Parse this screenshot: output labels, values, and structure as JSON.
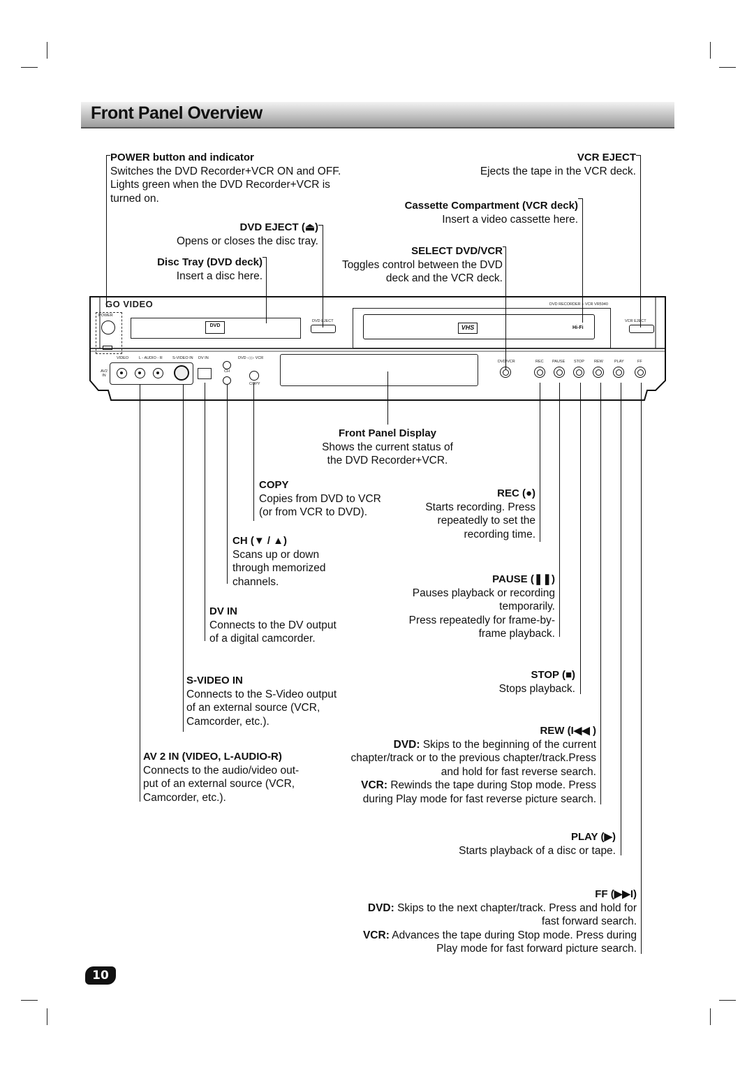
{
  "page": {
    "title": "Front Panel Overview",
    "number": "10"
  },
  "device": {
    "brand": "GO VIDEO",
    "model": "DVD RECORDER + VCR VR5940",
    "power_label": "POWER",
    "dvd_eject_label": "DVD EJECT",
    "vcr_eject_label": "VCR EJECT",
    "dvd_logo": "DVD",
    "vhs_logo": "VHS",
    "hifi_label": "Hi-Fi",
    "jack_labels": {
      "video": "VIDEO",
      "audio": "L - AUDIO - R",
      "svideo": "S-VIDEO IN",
      "dvin": "DV IN",
      "av2": "AV2 IN",
      "ch": "CH"
    },
    "dvd_vcr_label": "DVD/VCR",
    "copy_label": "COPY",
    "button_labels": [
      "REC",
      "PAUSE",
      "STOP",
      "REW",
      "PLAY",
      "FF"
    ],
    "dvd_vcr_switch": "DVD ◁ ▷ VCR"
  },
  "callouts": {
    "power": {
      "heading": "POWER button and indicator",
      "text": "Switches the DVD Recorder+VCR ON and OFF.\nLights green when the DVD Recorder+VCR is\nturned on."
    },
    "dvd_eject": {
      "heading": "DVD EJECT (⏏)",
      "text": "Opens or closes the disc tray."
    },
    "disc_tray": {
      "heading": "Disc Tray (DVD deck)",
      "text": "Insert a disc here."
    },
    "vcr_eject": {
      "heading": "VCR EJECT",
      "text": "Ejects the tape in the VCR deck."
    },
    "cassette": {
      "heading": "Cassette Compartment (VCR deck)",
      "text": "Insert a video cassette here."
    },
    "select": {
      "heading": "SELECT DVD/VCR",
      "text": "Toggles control between the DVD\ndeck and the VCR deck."
    },
    "display": {
      "heading": "Front Panel Display",
      "text": "Shows the current status of\nthe DVD Recorder+VCR."
    },
    "copy": {
      "heading": "COPY",
      "text": "Copies from DVD to VCR\n(or from VCR to DVD)."
    },
    "ch": {
      "heading": "CH (▼ / ▲)",
      "text": "Scans up or down\nthrough memorized\nchannels."
    },
    "dvin": {
      "heading": "DV IN",
      "text": "Connects to the DV output\nof a digital camcorder."
    },
    "svideo": {
      "heading": "S-VIDEO IN",
      "text": "Connects to the S-Video output\nof an external source (VCR,\nCamcorder, etc.)."
    },
    "av2": {
      "heading": "AV 2 IN (VIDEO, L-AUDIO-R)",
      "text": "Connects to the audio/video out-\nput of an external source (VCR,\nCamcorder, etc.)."
    },
    "rec": {
      "heading": "REC (●)",
      "text": "Starts recording. Press\nrepeatedly to set the\nrecording time."
    },
    "pause": {
      "heading": "PAUSE (❚❚)",
      "text": "Pauses playback or recording\ntemporarily.\nPress repeatedly for frame-by-\nframe playback."
    },
    "stop": {
      "heading": "STOP (■)",
      "text": "Stops playback."
    },
    "rew": {
      "heading": "REW (I◀◀ )",
      "dvd_label": "DVD:",
      "dvd_text": " Skips to the beginning of the current\nchapter/track or to the previous chapter/track.Press\nand hold for fast reverse search.",
      "vcr_label": "VCR:",
      "vcr_text": " Rewinds the tape during Stop mode. Press\nduring Play mode for fast reverse picture search."
    },
    "play": {
      "heading": "PLAY (▶)",
      "text": "Starts playback of a disc or tape."
    },
    "ff": {
      "heading": "FF (▶▶I)",
      "dvd_label": "DVD:",
      "dvd_text": " Skips to the next chapter/track. Press and hold for\nfast forward search.",
      "vcr_label": "VCR:",
      "vcr_text": " Advances the tape during Stop mode. Press during\nPlay mode for fast forward picture search."
    }
  }
}
